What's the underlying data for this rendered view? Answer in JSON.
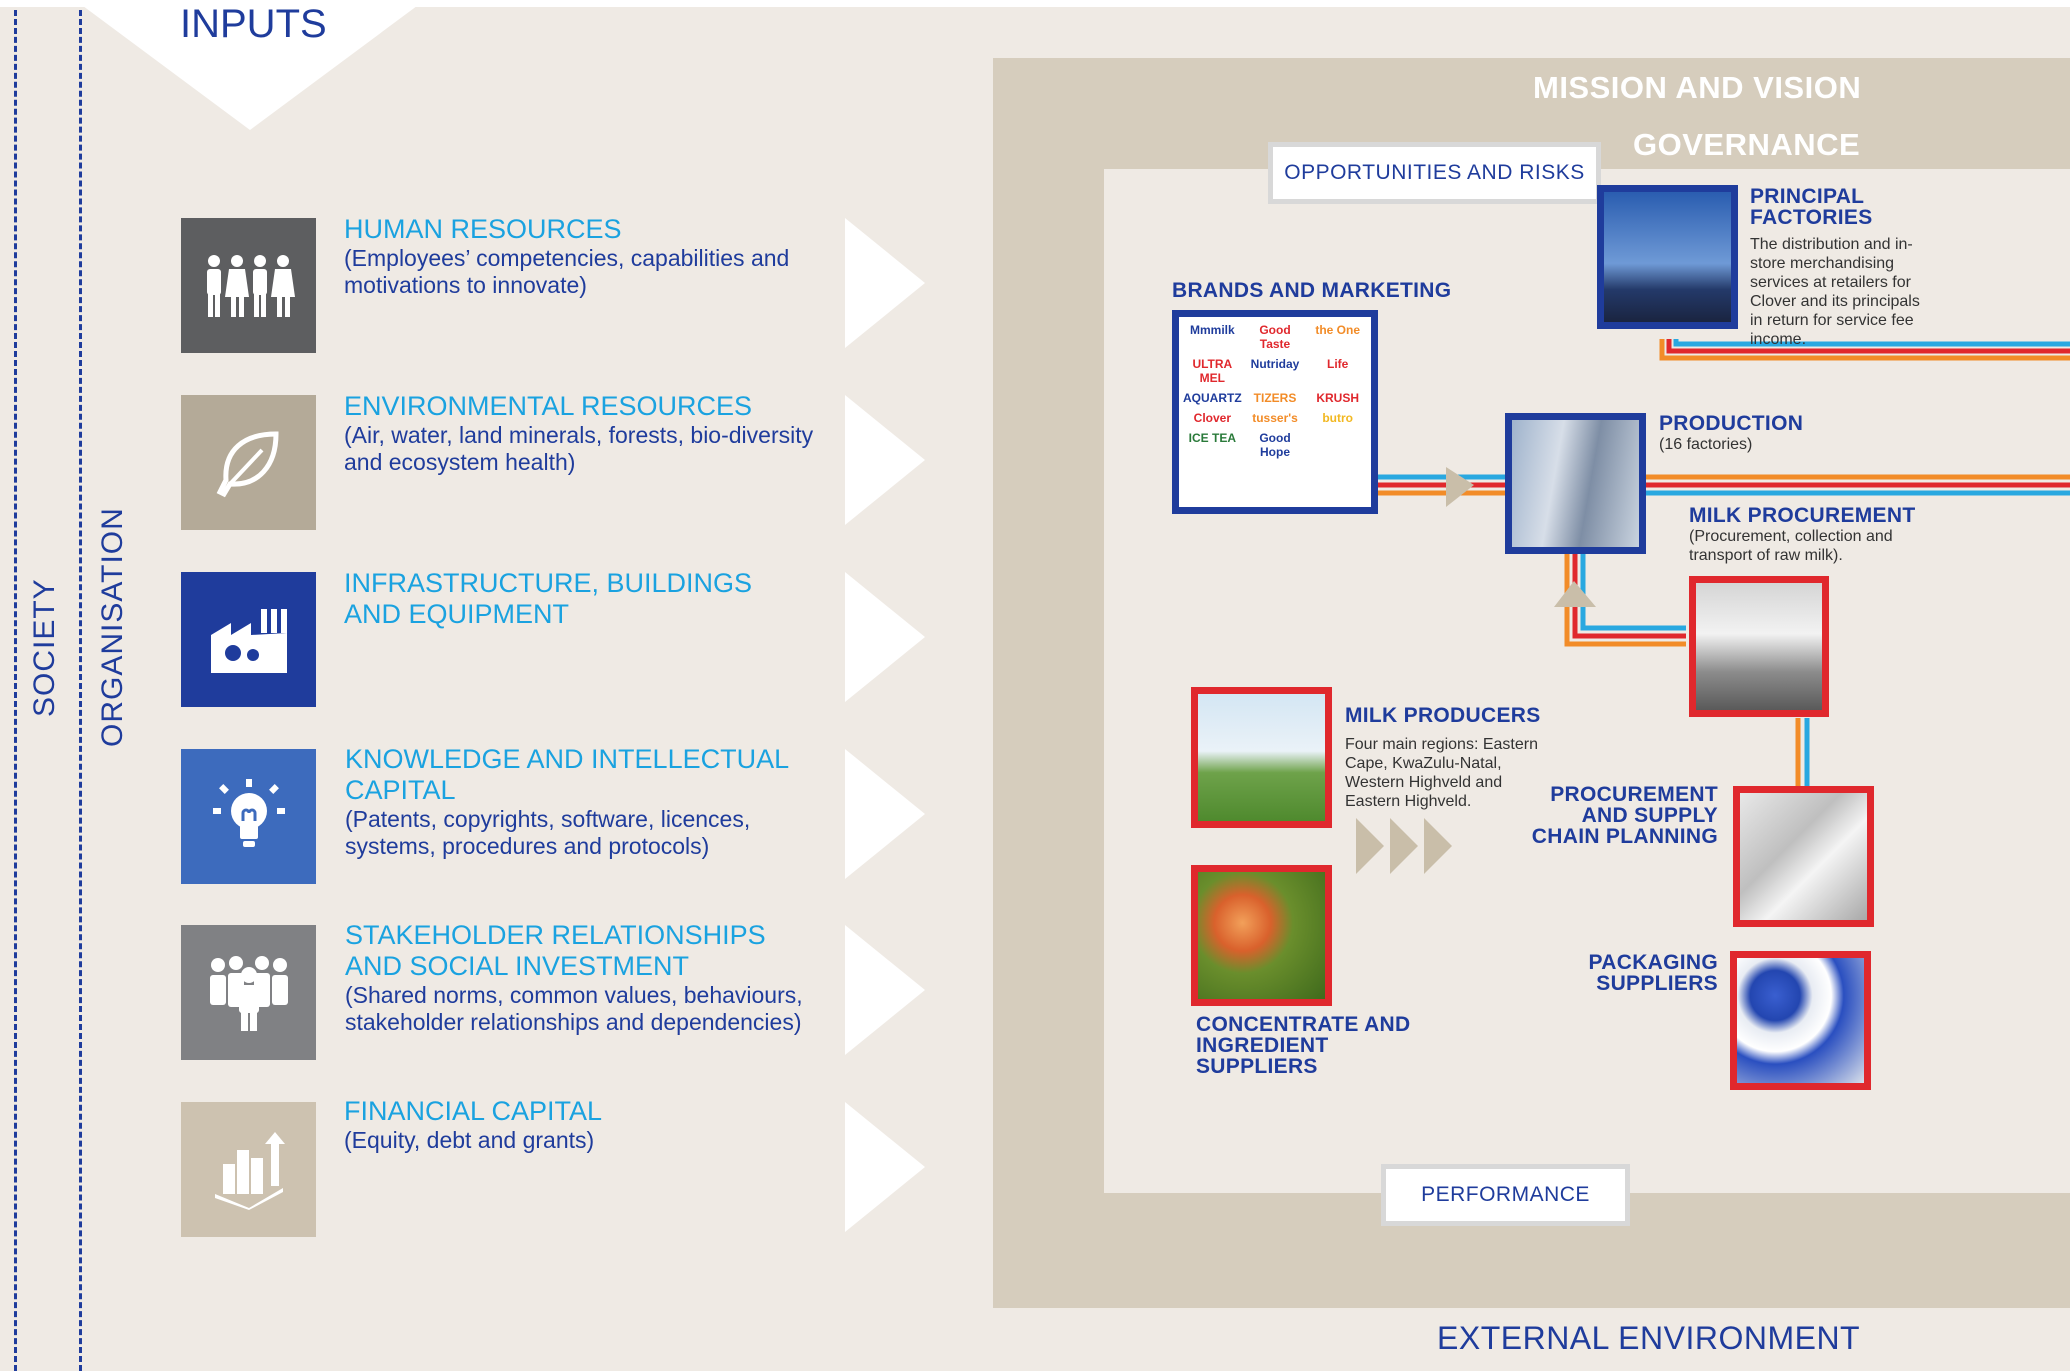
{
  "labels": {
    "society": "SOCIETY",
    "organisation": "ORGANISATION",
    "inputs": "INPUTS"
  },
  "inputs": [
    {
      "title": "HUMAN RESOURCES",
      "desc": "(Employees’ competencies, capabilities and motivations to innovate)",
      "icon": "people-icon",
      "color": "#5d5e60"
    },
    {
      "title": "ENVIRONMENTAL RESOURCES",
      "desc": "(Air, water, land minerals, forests, bio-diversity and ecosystem health)",
      "icon": "leaf-icon",
      "color": "#b4aa98"
    },
    {
      "title": "INFRASTRUCTURE, BUILDINGS AND EQUIPMENT",
      "desc": "",
      "icon": "factory-icon",
      "color": "#1f3c9c"
    },
    {
      "title": "KNOWLEDGE AND INTELLECTUAL CAPITAL",
      "desc": "(Patents, copyrights, software, licences, systems, procedures and protocols)",
      "icon": "lightbulb-icon",
      "color": "#3d6bbd"
    },
    {
      "title": "STAKEHOLDER RELATIONSHIPS AND SOCIAL INVESTMENT",
      "desc": "(Shared norms, common values, behaviours, stakeholder relationships and dependencies)",
      "icon": "group-icon",
      "color": "#808184"
    },
    {
      "title": "FINANCIAL CAPITAL",
      "desc": "(Equity, debt and grants)",
      "icon": "building-growth-icon",
      "color": "#cdc2b0"
    }
  ],
  "model": {
    "mission": "MISSION AND VISION",
    "governance": "GOVERNANCE",
    "opportunities": "OPPORTUNITIES AND RISKS",
    "performance": "PERFORMANCE",
    "external": "EXTERNAL ENVIRONMENT",
    "brands": {
      "title": "BRANDS AND MARKETING"
    },
    "brand_logos": [
      "Mmmilk",
      "Good Taste",
      "the One",
      "ULTRA MEL",
      "Nutriday",
      "Life",
      "AQUARTZ",
      "TIZERS",
      "KRUSH",
      "Clover",
      "tusser's",
      "butro",
      "ICE TEA",
      "Good Hope"
    ],
    "factories": {
      "title": "PRINCIPAL FACTORIES",
      "desc": "The distribution and in-store merchandising services at retailers for Clover and its principals in return for service fee income."
    },
    "production": {
      "title": "PRODUCTION",
      "desc": "(16 factories)"
    },
    "milk_procurement": {
      "title": "MILK PROCUREMENT",
      "desc": "(Procurement, collection and transport of raw milk)."
    },
    "milk_producers": {
      "title": "MILK PRODUCERS",
      "desc": "Four main regions: Eastern Cape, KwaZulu-Natal, Western Highveld and Eastern Highveld."
    },
    "supply_chain": {
      "title": "PROCUREMENT AND SUPPLY CHAIN PLANNING"
    },
    "packaging": {
      "title": "PACKAGING SUPPLIERS"
    },
    "concentrate": {
      "title": "CONCENTRATE AND INGREDIENT SUPPLIERS"
    }
  },
  "colors": {
    "navy": "#1f3c9c",
    "cyan": "#1aa2e0",
    "orange": "#f28c28",
    "red": "#e0282d",
    "blue_line": "#29a8e0",
    "taupe": "#d6cdbd"
  }
}
